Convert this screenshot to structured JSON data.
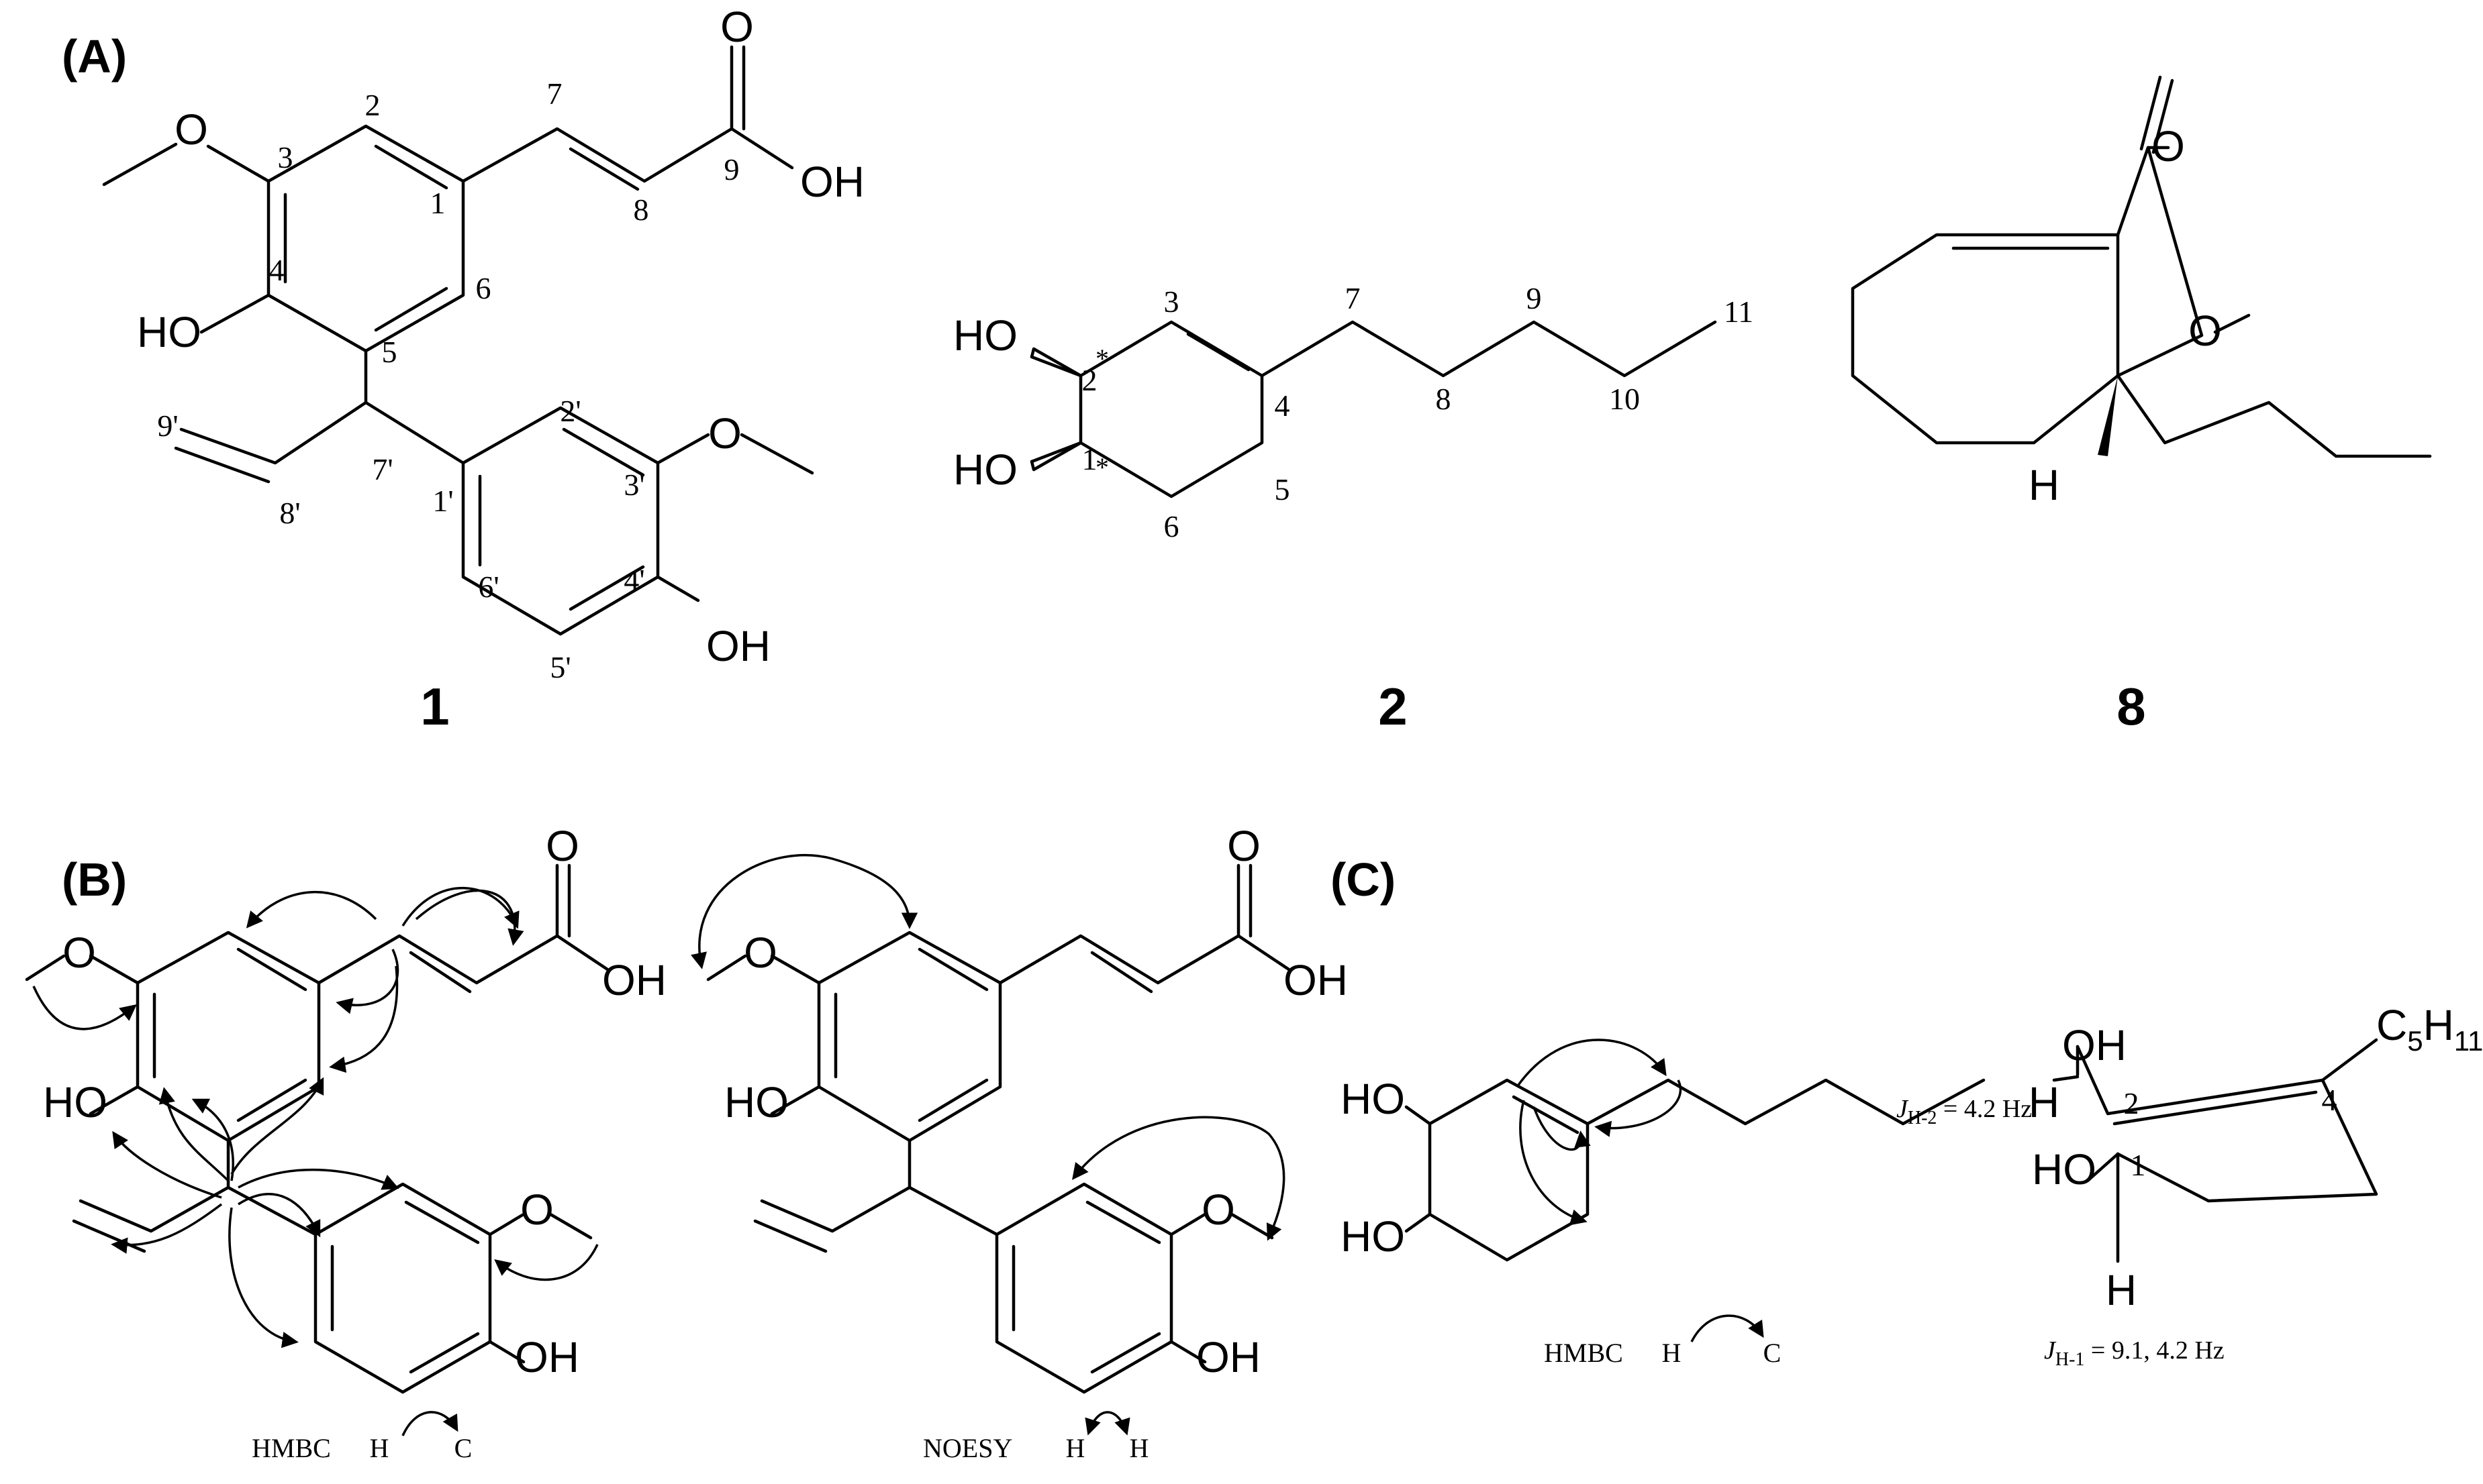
{
  "panels": {
    "a": "(A)",
    "b": "(B)",
    "c": "(C)"
  },
  "compound_numbers": {
    "c1": "1",
    "c2": "2",
    "c8": "8"
  },
  "atoms": {
    "O": "O",
    "OH": "OH",
    "HO": "HO",
    "H": "H",
    "C5": "C",
    "H11": "H",
    "sub5": "5",
    "sub11": "11"
  },
  "c1_numbers": {
    "n1": "1",
    "n2": "2",
    "n3": "3",
    "n4": "4",
    "n5": "5",
    "n6": "6",
    "n7": "7",
    "n8": "8",
    "n9": "9",
    "n1p": "1'",
    "n2p": "2'",
    "n3p": "3'",
    "n4p": "4'",
    "n5p": "5'",
    "n6p": "6'",
    "n7p": "7'",
    "n8p": "8'",
    "n9p": "9'"
  },
  "c2_numbers": {
    "n1": "1",
    "n2": "2",
    "n3": "3",
    "n4": "4",
    "n5": "5",
    "n6": "6",
    "n7": "7",
    "n8": "8",
    "n9": "9",
    "n10": "10",
    "n11": "11",
    "star": "*"
  },
  "legends": {
    "hmbc": "HMBC",
    "noesy": "NOESY",
    "h": "H",
    "c": "C"
  },
  "coupling": {
    "j": "J",
    "h2_sub": "H-2",
    "h2_val": " = 4.2 Hz",
    "h1_sub": "H-1",
    "h1_val": " = 9.1, 4.2 Hz",
    "n2": "2",
    "n4": "4",
    "n1": "1"
  }
}
